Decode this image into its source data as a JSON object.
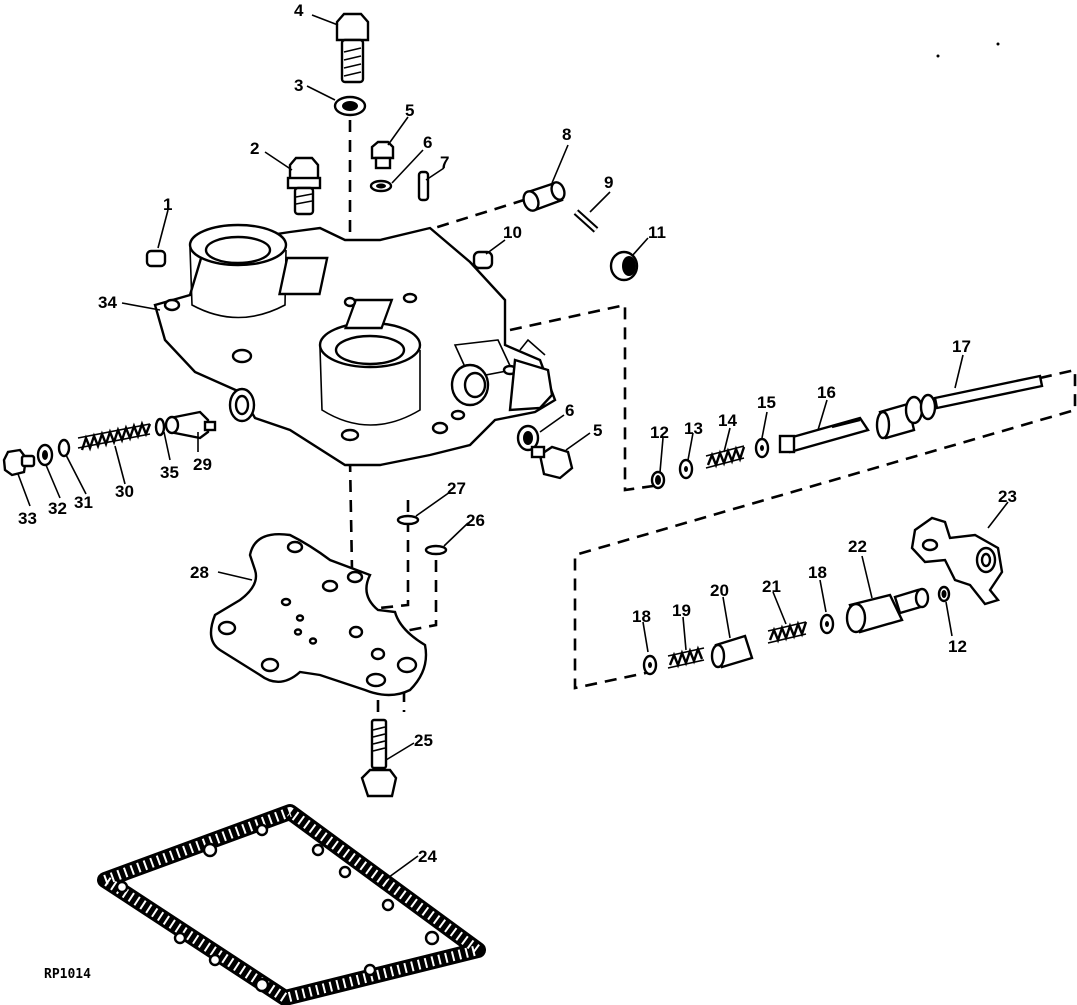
{
  "figure_id": "RP1014",
  "callouts": {
    "c1": "1",
    "c2": "2",
    "c3": "3",
    "c4": "4",
    "c5a": "5",
    "c5b": "5",
    "c6a": "6",
    "c6b": "6",
    "c7": "7",
    "c8": "8",
    "c9": "9",
    "c10": "10",
    "c11": "11",
    "c12a": "12",
    "c12b": "12",
    "c13": "13",
    "c14": "14",
    "c15": "15",
    "c16": "16",
    "c17": "17",
    "c18a": "18",
    "c18b": "18",
    "c19": "19",
    "c20": "20",
    "c21": "21",
    "c22": "22",
    "c23": "23",
    "c24": "24",
    "c25": "25",
    "c26": "26",
    "c27": "27",
    "c28": "28",
    "c29": "29",
    "c30": "30",
    "c31": "31",
    "c32": "32",
    "c33": "33",
    "c34": "34",
    "c35": "35"
  }
}
